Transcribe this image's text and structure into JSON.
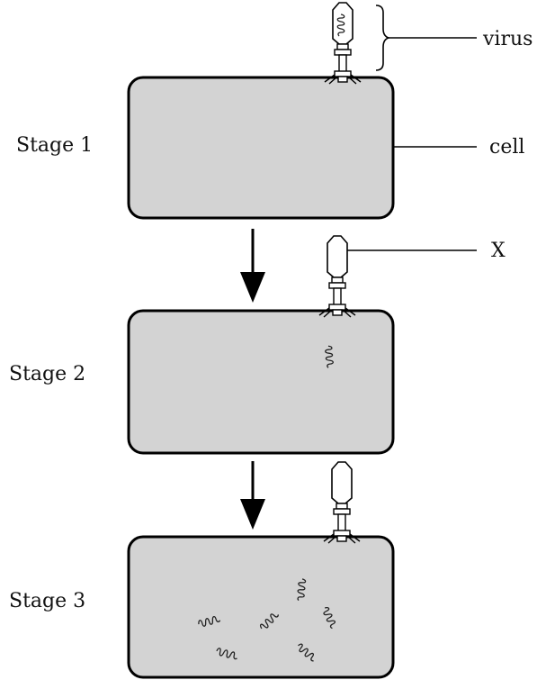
{
  "stages": [
    {
      "label": "Stage 1",
      "dna_fragments_in_cell": 0,
      "virus_contains_dna": true
    },
    {
      "label": "Stage 2",
      "dna_fragments_in_cell": 1,
      "virus_contains_dna": false
    },
    {
      "label": "Stage 3",
      "dna_fragments_in_cell": 6,
      "virus_contains_dna": false
    }
  ],
  "labels": {
    "virus": "virus",
    "cell": "cell",
    "x": "X"
  },
  "colors": {
    "cell_fill": "#d3d3d3",
    "outline": "#000000"
  },
  "icons": [
    "virus-icon",
    "dna-coil-icon",
    "down-arrow-icon",
    "brace-icon"
  ]
}
